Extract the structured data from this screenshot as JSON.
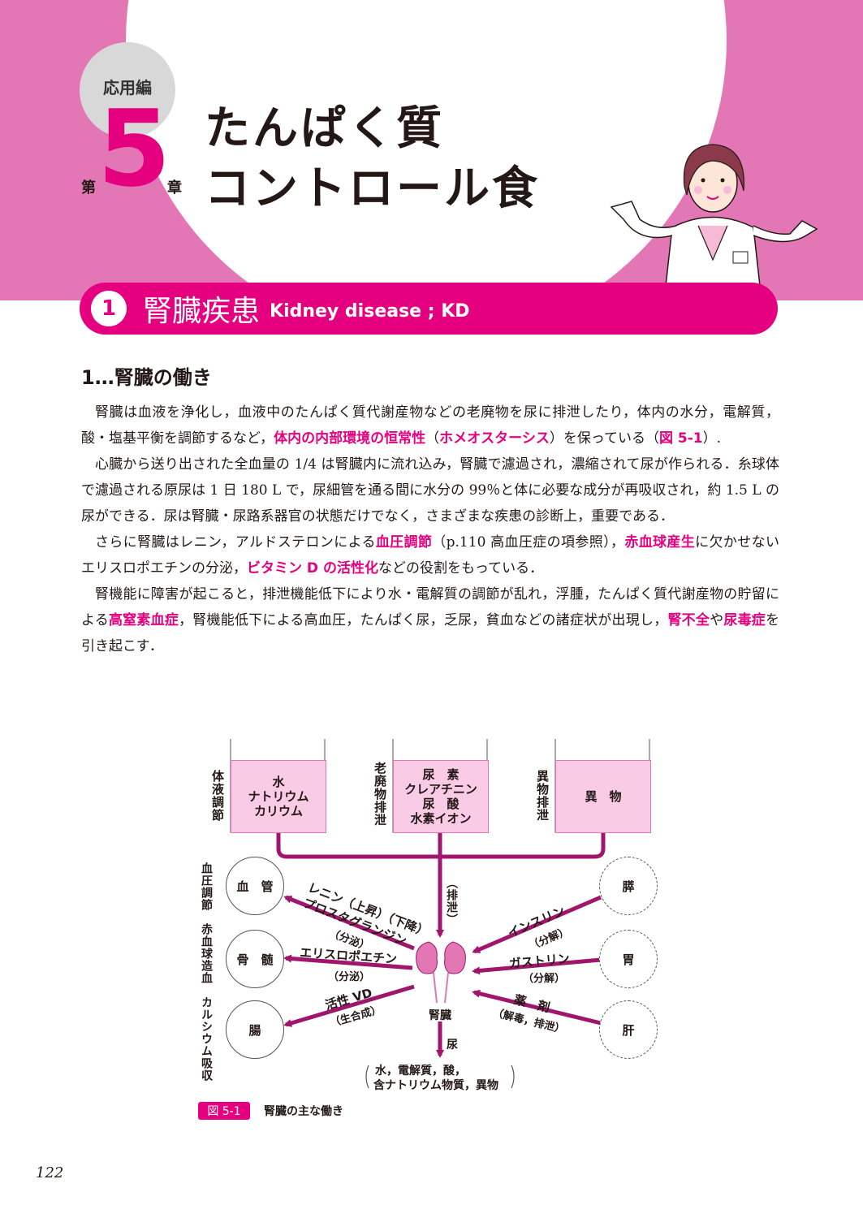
{
  "header": {
    "part_label": "応用編",
    "chapter_prefix": "第",
    "chapter_number": "5",
    "chapter_suffix": "章",
    "chapter_title_line1": "たんぱく質",
    "chapter_title_line2": "コントロール食"
  },
  "section": {
    "number": "1",
    "title": "腎臓疾患",
    "title_en": "Kidney disease ; KD"
  },
  "subsection": {
    "title": "1…腎臓の働き"
  },
  "paragraphs": [
    {
      "p1a": "腎臓は血液を浄化し，血液中のたんぱく質代謝産物などの老廃物を尿に排泄したり，体内の水分，電解質，酸・塩基平衡を調節するなど，",
      "p1_hl1": "体内の内部環境の恒常性",
      "p1b": "（",
      "p1_hl2": "ホメオスターシス",
      "p1c": "）を保っている（",
      "p1_hl3": "図 5-1",
      "p1d": "）."
    },
    {
      "p2": "心臓から送り出された全血量の 1/4 は腎臓内に流れ込み，腎臓で濾過され，濃縮されて尿が作られる．糸球体で濾過される原尿は 1 日 180 L で，尿細管を通る間に水分の 99％と体に必要な成分が再吸収され，約 1.5 L の尿ができる．尿は腎臓・尿路系器官の状態だけでなく，さまざまな疾患の診断上，重要である．"
    },
    {
      "p3a": "さらに腎臓はレニン，アルドステロンによる",
      "p3_hl1": "血圧調節",
      "p3b": "（p.110 高血圧症の項参照），",
      "p3_hl2": "赤血球産生",
      "p3c": "に欠かせないエリスロポエチンの分泌，",
      "p3_hl3": "ビタミン D の活性化",
      "p3d": "などの役割をもっている．"
    },
    {
      "p4a": "腎機能に障害が起こると，排泄機能低下により水・電解質の調節が乱れ，浮腫，たんぱく質代謝産物の貯留による",
      "p4_hl1": "高窒素血症",
      "p4b": "，腎機能低下による高血圧，たんぱく尿，乏尿，貧血などの諸症状が出現し，",
      "p4_hl2": "腎不全",
      "p4c": "や",
      "p4_hl3": "尿毒症",
      "p4d": "を引き起こす．"
    }
  ],
  "figure": {
    "boxes": {
      "box1_lines": [
        "水",
        "ナトリウム",
        "カリウム"
      ],
      "box2_lines": [
        "尿　素",
        "クレアチニン",
        "尿　酸",
        "水素イオン"
      ],
      "box3_lines": [
        "異　物"
      ]
    },
    "side_labels": {
      "body_fluid": "体液調節",
      "waste": "老廃物排泄",
      "foreign": "異物排泄",
      "left_column": "血圧調節　赤血球造血　カルシウム吸収"
    },
    "left_organs": [
      "血　管",
      "骨　髄",
      "腸"
    ],
    "right_organs": [
      "膵",
      "胃",
      "肝"
    ],
    "center_label": "腎臓",
    "excretion_label": "（排泄）",
    "urine_label": "尿",
    "urine_output_line1": "水，電解質，酸，",
    "urine_output_line2": "含ナトリウム物質，異物",
    "arrow_labels": {
      "renin_1": "レニン（上昇）（下降）",
      "renin_2": "プロスタグランジン",
      "renin_3": "（分泌）",
      "epo_1": "エリスロポエチン",
      "epo_2": "（分泌）",
      "vd_1": "活性 VD",
      "vd_2": "（生合成）",
      "insulin_1": "インスリン",
      "insulin_2": "（分解）",
      "gastrin_1": "ガストリン",
      "gastrin_2": "（分解）",
      "drug_1": "薬　剤",
      "drug_2": "（解毒，排泄）"
    },
    "caption_tag": "図 5-1",
    "caption": "腎臓の主な働き",
    "colors": {
      "accent": "#e5007f",
      "arrow": "#a0166c",
      "box_fill": "#f9cbe5"
    }
  },
  "page_number": "122"
}
